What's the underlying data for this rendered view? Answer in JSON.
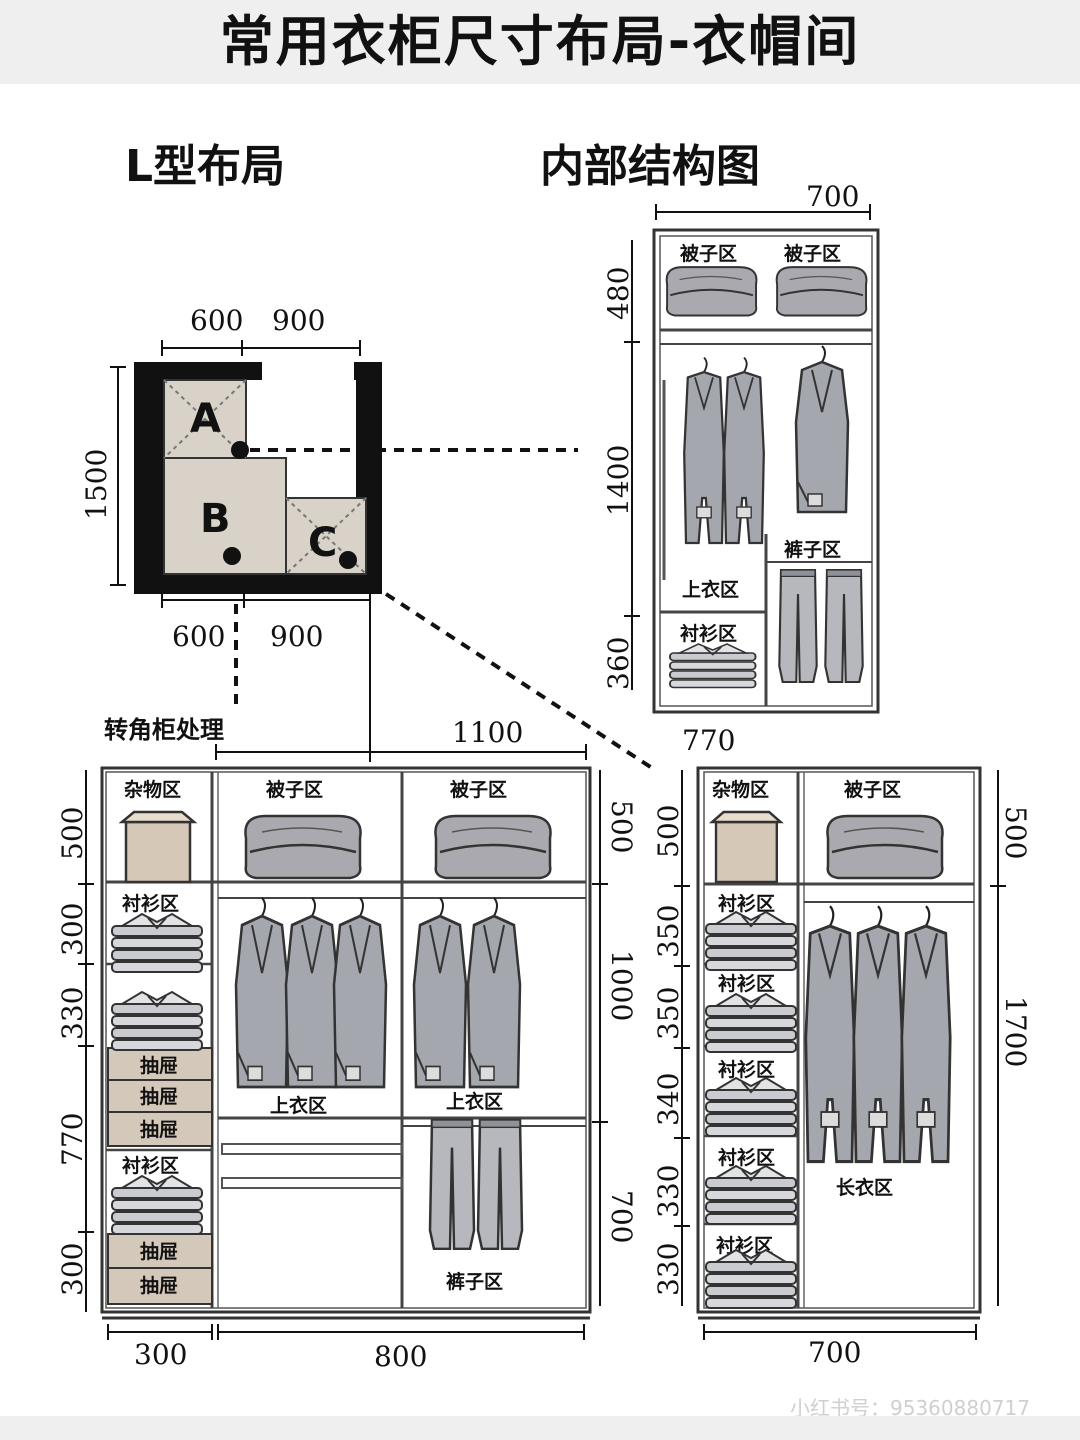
{
  "title": "常用衣柜尺寸布局-衣帽间",
  "headings": {
    "l_layout": "L型布局",
    "internal": "内部结构图",
    "corner": "转角柜处理"
  },
  "plan": {
    "top_dims": [
      "600",
      "900"
    ],
    "bottom_dims": [
      "600",
      "900"
    ],
    "side_dim": "1500",
    "zones": [
      "A",
      "B",
      "C"
    ],
    "fill_color": "#d9d2c8"
  },
  "cabinet_top": {
    "width": "700",
    "bottom_width": "770",
    "heights": [
      "480",
      "1400",
      "360"
    ],
    "labels": [
      "被子区",
      "被子区",
      "裤子区",
      "上衣区",
      "衬衫区"
    ]
  },
  "cabinet_corner": {
    "top_width": "1100",
    "left_heights": [
      "500",
      "300",
      "330",
      "770",
      "300"
    ],
    "right_heights": [
      "500",
      "1000",
      "700"
    ],
    "bottom_widths": [
      "300",
      "800"
    ],
    "labels": [
      "杂物区",
      "被子区",
      "被子区",
      "衬衫区",
      "抽屉",
      "抽屉",
      "抽屉",
      "衬衫区",
      "抽屉",
      "抽屉",
      "上衣区",
      "上衣区",
      "裤子区"
    ]
  },
  "cabinet_right": {
    "left_heights": [
      "500",
      "350",
      "350",
      "340",
      "330",
      "330"
    ],
    "right_heights": [
      "500",
      "1700"
    ],
    "bottom_width": "700",
    "labels": [
      "杂物区",
      "被子区",
      "衬衫区",
      "衬衫区",
      "衬衫区",
      "衬衫区",
      "衬衫区",
      "长衣区"
    ]
  },
  "watermark": "小红书号：95360880717"
}
